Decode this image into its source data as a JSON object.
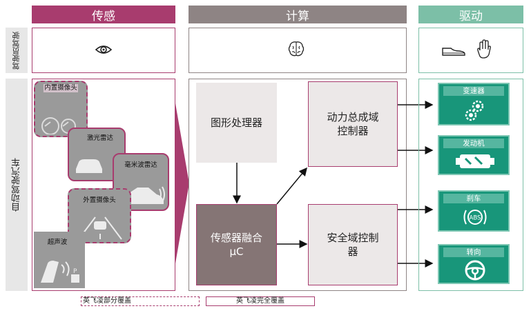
{
  "headers": {
    "sense": "传感",
    "compute": "计算",
    "drive": "驱动"
  },
  "rows": {
    "driver": "驾驶员驾驶",
    "autonomous": "自动驾驶汽车"
  },
  "sensors": {
    "internal_camera": "内置摄像头",
    "lidar": "激光雷达",
    "mm_radar": "毫米波雷达",
    "external_camera": "外置摄像头",
    "ultrasonic": "超声波"
  },
  "compute": {
    "gpu": "图形处理器",
    "powertrain": [
      "动力总成域",
      "控制器"
    ],
    "sensor_fusion": [
      "传感器融合",
      "μC"
    ],
    "safety": [
      "安全域控制",
      "器"
    ]
  },
  "actuators": {
    "transmission": "变速器",
    "engine": "发动机",
    "brake": "刹车",
    "steering": "转向"
  },
  "legend": {
    "partial": "英飞凌部分覆盖",
    "full": "英飞凌完全覆盖"
  },
  "colors": {
    "sense": "#a83c6e",
    "compute": "#8e8484",
    "drive": "#7cbfa7",
    "actuator": "#18967a",
    "fusion": "#857575"
  },
  "icons": {
    "driver_sense": "eye-icon",
    "driver_compute": "brain-icon",
    "driver_drive": [
      "shoe-icon",
      "hand-icon"
    ]
  }
}
